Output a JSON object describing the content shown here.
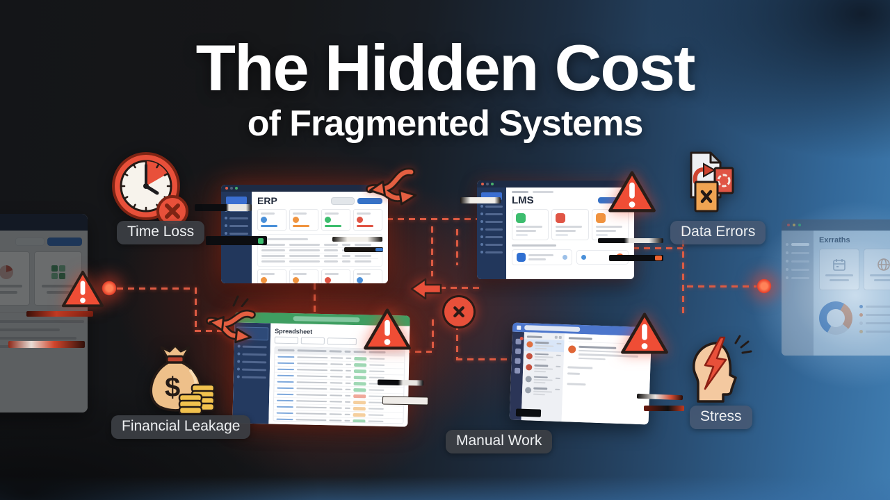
{
  "title": {
    "line1": "The Hidden Cost",
    "line2": "of Fragmented Systems"
  },
  "callouts": {
    "time_loss": {
      "label": "Time Loss",
      "icon": "clock-x-icon"
    },
    "financial_leakage": {
      "label": "Financial Leakage",
      "icon": "money-bag-coins-icon"
    },
    "data_errors": {
      "label": "Data Errors",
      "icon": "broken-documents-icon"
    },
    "manual_work": {
      "label": "Manual Work"
    },
    "stress": {
      "label": "Stress",
      "icon": "head-lightning-icon"
    }
  },
  "windows": {
    "erp": {
      "title": "ERP"
    },
    "lms": {
      "title": "LMS"
    },
    "spreadsheet": {
      "title": "Spreadsheet"
    },
    "ghost": {
      "title": "Exrraths"
    }
  },
  "colors": {
    "accent_red": "#e8503a",
    "warning_red": "#ef4d35",
    "dashed_line": "#dd5b43",
    "blue_button": "#3572c8",
    "sheet_green": "#3f9e61",
    "messaging_blue": "#4c76cc",
    "badge_green": "#3dbd6e",
    "badge_orange": "#f09440",
    "badge_red": "#e05545"
  },
  "decor": {
    "erp": {
      "top_cards": [
        "#4a90d9",
        "#f09440",
        "#3dbd6e",
        "#e05545"
      ],
      "bottom_cards": [
        "#f09440",
        "#f09440",
        "#e05545",
        "#4a90d9"
      ],
      "table_rows": 4,
      "sidebar_items": 4
    },
    "lms": {
      "cards": [
        "#3dbd6e",
        "#e05545",
        "#f09440"
      ],
      "sidebar_items": 7
    },
    "spreadsheet": {
      "sidebar_items": 5,
      "status_colors": [
        "#9fd8b4",
        "#9fd8b4",
        "#9fd8b4",
        "#9fd8b4",
        "#9fd8b4",
        "#9fd8b4",
        "#f0a89a",
        "#f5cf9e",
        "#f5cf9e",
        "#f5cf9e",
        "#9fd8b4",
        "#9fd8b4"
      ]
    },
    "messaging": {
      "avatar_colors": [
        "#e07040",
        "#c4513f",
        "#c4513f",
        "#9aa2ad",
        "#9aa2ad"
      ]
    },
    "ghost": {
      "sidebar_items": 5,
      "legend_colors": [
        "#4a7fc1",
        "#d88a5c",
        "#c3ccd8",
        "#d8b37c"
      ],
      "donut_segments": [
        {
          "color": "#4a7fc1",
          "pct": 50
        },
        {
          "color": "#cf8a64",
          "pct": 28
        },
        {
          "color": "#c3ccd8",
          "pct": 22
        }
      ]
    }
  }
}
